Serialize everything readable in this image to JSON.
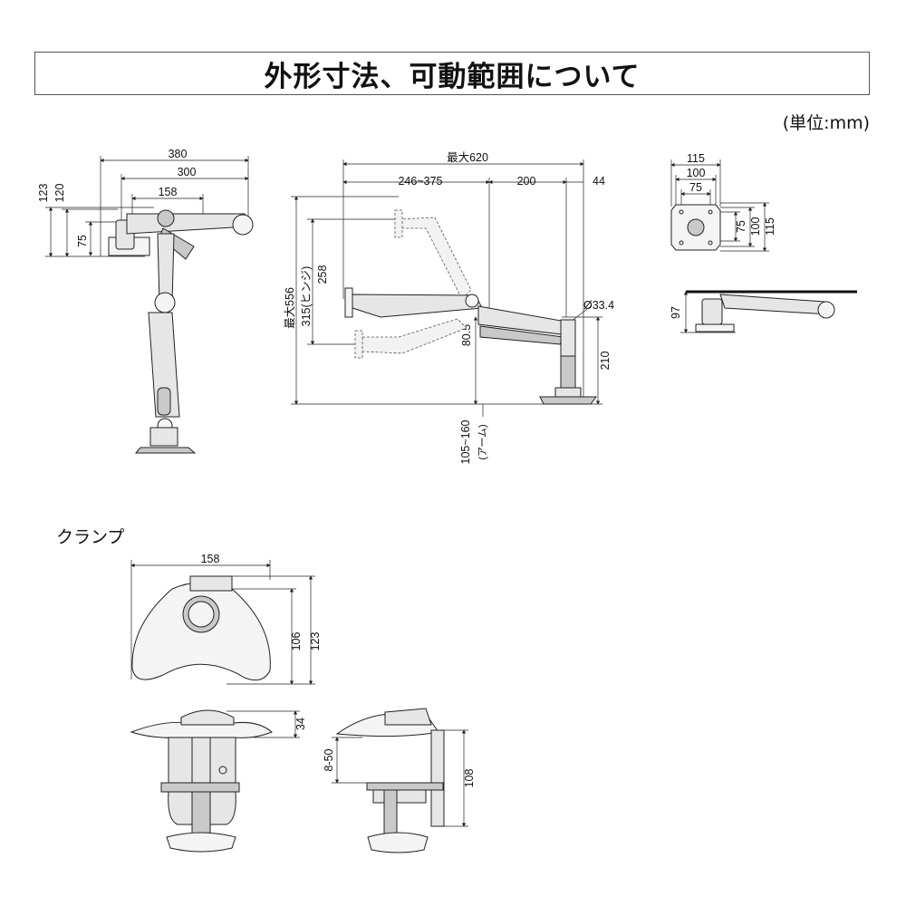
{
  "header": {
    "title": "外形寸法、可動範囲について",
    "unit": "(単位:mm)"
  },
  "front_view": {
    "width_total": "380",
    "width_inner": "300",
    "width_clamp": "158",
    "height_total": "123",
    "height_inner": "120",
    "height_vesa": "75"
  },
  "side_view": {
    "reach_max": "最大620",
    "reach_range": "246~375",
    "arm_len": "200",
    "pole_offset": "44",
    "height_max": "最大556",
    "hinge": "315(ヒンジ)",
    "hinge_span": "258",
    "pole_dia": "Ø33.4",
    "pole_height": "210",
    "arm_low": "80.5",
    "arm_range": "105~160",
    "arm_note": "(アーム)"
  },
  "vesa_view": {
    "w115": "115",
    "w100": "100",
    "w75": "75",
    "h75": "75",
    "h100": "100",
    "h115": "115"
  },
  "desk_view": {
    "depth": "97"
  },
  "clamp": {
    "label": "クランプ",
    "width": "158",
    "h106": "106",
    "h123": "123",
    "thickness": "34",
    "grip": "8-50",
    "total": "108"
  }
}
